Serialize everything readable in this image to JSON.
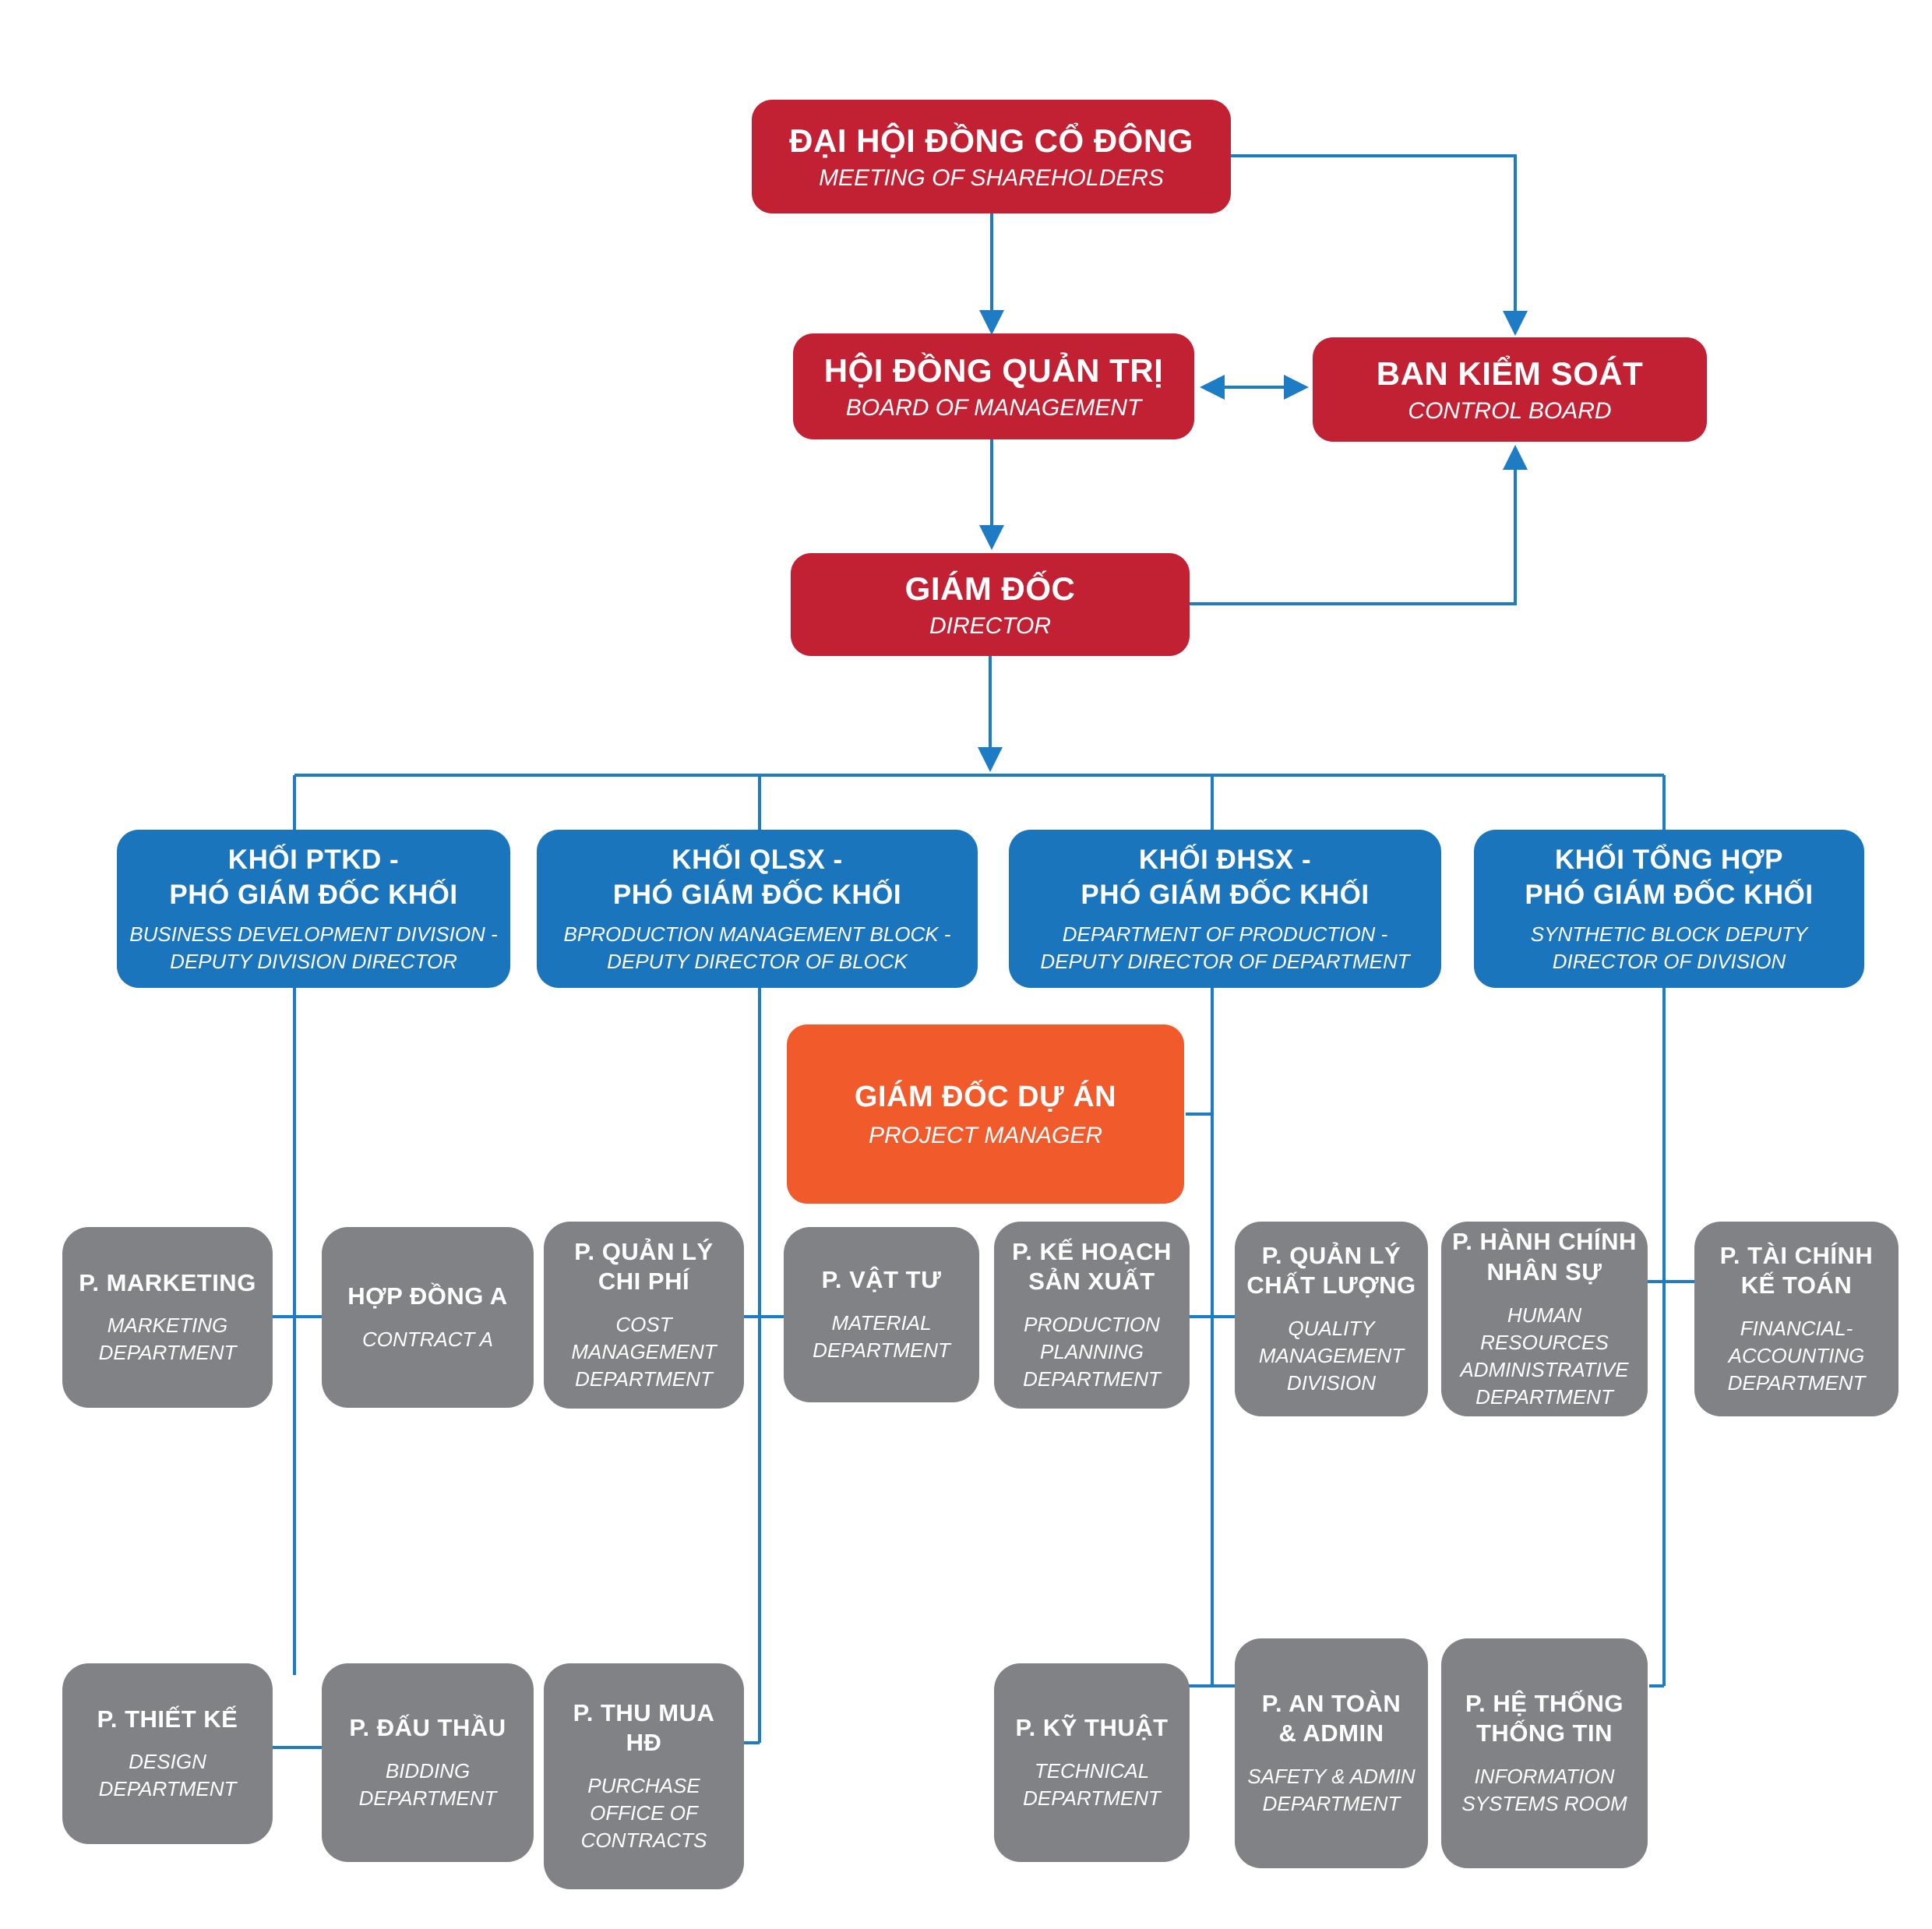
{
  "palette": {
    "red": "#c22133",
    "blue": "#1a75bc",
    "orange": "#f15b2c",
    "gray": "#808285",
    "line_blue": "#1d7cc4",
    "text": "#ffffff",
    "background": "#ffffff"
  },
  "nodes": {
    "shareholders": {
      "title": "ĐẠI HỘI ĐỒNG CỔ ĐÔNG",
      "subtitle": "MEETING OF SHAREHOLDERS"
    },
    "board": {
      "title": "HỘI ĐỒNG QUẢN TRỊ",
      "subtitle": "BOARD OF MANAGEMENT"
    },
    "control": {
      "title": "BAN KIỂM SOÁT",
      "subtitle": "CONTROL BOARD"
    },
    "director": {
      "title": "GIÁM ĐỐC",
      "subtitle": "DIRECTOR"
    },
    "ptkd": {
      "title": "KHỐI PTKD -\nPHÓ GIÁM ĐỐC KHỐI",
      "subtitle": "BUSINESS DEVELOPMENT DIVISION -\nDEPUTY DIVISION DIRECTOR"
    },
    "qlsx": {
      "title": "KHỐI QLSX -\nPHÓ GIÁM ĐỐC KHỐI",
      "subtitle": "BPRODUCTION MANAGEMENT BLOCK -\nDEPUTY DIRECTOR OF BLOCK"
    },
    "dhsx": {
      "title": "KHỐI ĐHSX -\nPHÓ GIÁM ĐỐC KHỐI",
      "subtitle": "DEPARTMENT OF PRODUCTION -\nDEPUTY DIRECTOR OF DEPARTMENT"
    },
    "tonghop": {
      "title": "KHỐI TỔNG HỢP\nPHÓ GIÁM ĐỐC KHỐI",
      "subtitle": "SYNTHETIC BLOCK DEPUTY\nDIRECTOR OF DIVISION"
    },
    "pm": {
      "title": "GIÁM ĐỐC DỰ ÁN",
      "subtitle": "PROJECT MANAGER"
    },
    "marketing": {
      "title": "P. MARKETING",
      "subtitle": "MARKETING\nDEPARTMENT"
    },
    "contract_a": {
      "title": "HỢP ĐỒNG A",
      "subtitle": "CONTRACT A"
    },
    "cost": {
      "title": "P. QUẢN LÝ\nCHI PHÍ",
      "subtitle": "COST\nMANAGEMENT\nDEPARTMENT"
    },
    "material": {
      "title": "P. VẬT TƯ",
      "subtitle": "MATERIAL\nDEPARTMENT"
    },
    "planning": {
      "title": "P. KẾ HOẠCH\nSẢN XUẤT",
      "subtitle": "PRODUCTION\nPLANNING\nDEPARTMENT"
    },
    "quality": {
      "title": "P. QUẢN LÝ\nCHẤT LƯỢNG",
      "subtitle": "QUALITY\nMANAGEMENT\nDIVISION"
    },
    "hr": {
      "title": "P. HÀNH CHÍNH\nNHÂN SỰ",
      "subtitle": "HUMAN\nRESOURCES\nADMINISTRATIVE\nDEPARTMENT"
    },
    "finance": {
      "title": "P. TÀI CHÍNH\nKẾ TOÁN",
      "subtitle": "FINANCIAL-\nACCOUNTING\nDEPARTMENT"
    },
    "design": {
      "title": "P. THIẾT KẾ",
      "subtitle": "DESIGN\nDEPARTMENT"
    },
    "bidding": {
      "title": "P. ĐẤU THẦU",
      "subtitle": "BIDDING\nDEPARTMENT"
    },
    "purchase": {
      "title": "P. THU MUA\nHĐ",
      "subtitle": "PURCHASE\nOFFICE OF\nCONTRACTS"
    },
    "technical": {
      "title": "P. KỸ THUẬT",
      "subtitle": "TECHNICAL\nDEPARTMENT"
    },
    "safety": {
      "title": "P. AN TOÀN\n& ADMIN",
      "subtitle": "SAFETY & ADMIN\nDEPARTMENT"
    },
    "it": {
      "title": "P. HỆ THỐNG\nTHỐNG TIN",
      "subtitle": "INFORMATION\nSYSTEMS ROOM"
    }
  }
}
